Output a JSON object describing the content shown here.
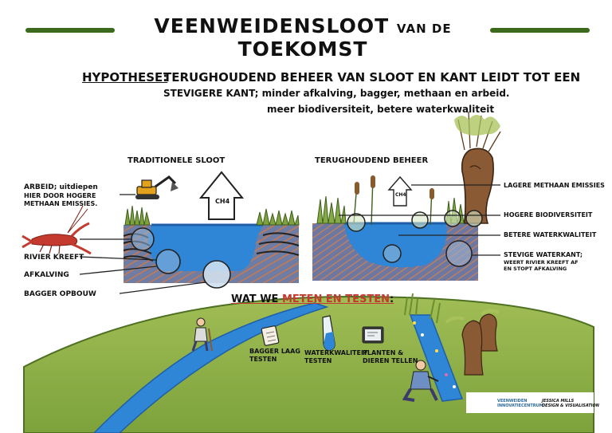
{
  "title": {
    "main": "VEENWEIDENSLOOT",
    "middle": "VAN DE",
    "end": "TOEKOMST"
  },
  "hypothesis": {
    "label": "HYPOTHESE:",
    "line1": "TERUGHOUDEND BEHEER VAN SLOOT EN KANT LEIDT TOT EEN",
    "line2": "STEVIGERE KANT; minder afkalving, bagger, methaan en arbeid.",
    "line3": "meer biodiversiteit, betere waterkwaliteit"
  },
  "left_section": {
    "title": "TRADITIONELE SLOOT",
    "methane_label": "CH4",
    "labels": {
      "arbeid_1": "ARBEID; uitdiepen",
      "arbeid_2": "HIER DOOR HOGERE",
      "arbeid_3": "METHAAN EMISSIES.",
      "kreeft": "RIVIER KREEFT",
      "afkalving": "AFKALVING",
      "bagger": "BAGGER OPBOUW"
    }
  },
  "right_section": {
    "title": "TERUGHOUDEND BEHEER",
    "methane_label": "CH4",
    "labels": {
      "methaan": "LAGERE METHAAN EMISSIES",
      "biodiversiteit": "HOGERE BIODIVERSITEIT",
      "waterkwaliteit": "BETERE WATERKWALITEIT",
      "waterkant_1": "STEVIGE WATERKANT;",
      "waterkant_2": "WEERT RIVIER KREEFT AF",
      "waterkant_3": "EN STOPT AFKALVING"
    }
  },
  "measure": {
    "heading_1": "WAT WE",
    "heading_2": "METEN EN TESTEN",
    "heading_3": ":",
    "tests": [
      {
        "line1": "BAGGER LAAG",
        "line2": "TESTEN"
      },
      {
        "line1": "WATERKWALITEIT",
        "line2": "TESTEN"
      },
      {
        "line1": "PLANTEN &",
        "line2": "DIEREN TELLEN"
      }
    ]
  },
  "footer": {
    "logo_line1": "VEENWEIDEN",
    "logo_line2": "INNOVATIECENTRUM",
    "credit_line1": "JESSICA MILLS",
    "credit_line2": "DESIGN & VISUALISATION"
  },
  "colors": {
    "water": "#2f86d6",
    "water_dark": "#1f5fa8",
    "soil": "#6f7da4",
    "soil_stripe": "#c8794e",
    "grass": "#8fae4a",
    "field": "#8cab47",
    "field_dark": "#5f8a2c",
    "accent_bar": "#3b6a1d",
    "red": "#c43a2e"
  }
}
